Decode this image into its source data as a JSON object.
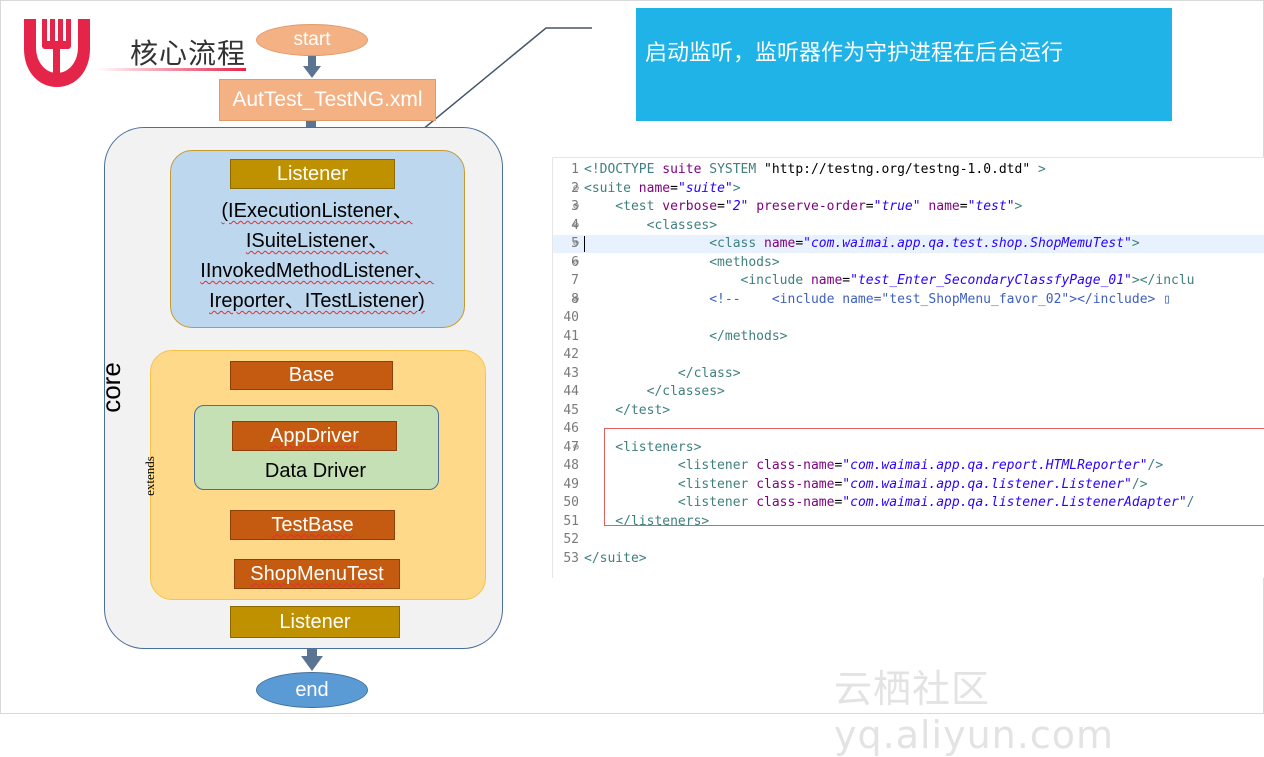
{
  "header": {
    "title": "核心流程"
  },
  "flow": {
    "start": "start",
    "xml": "AutTest_TestNG.xml",
    "core_label": "core",
    "listener_top": "Listener",
    "interfaces": [
      "(IExecutionListener、",
      "ISuiteListener、",
      "IInvokedMethodListener、",
      "Ireporter、ITestListener)"
    ],
    "base": "Base",
    "app_driver": "AppDriver",
    "data_driver": "Data Driver",
    "test_base": "TestBase",
    "shop_menu_test": "ShopMenuTest",
    "listener_bottom": "Listener",
    "extends": "extends",
    "end": "end"
  },
  "callout": {
    "text": "启动监听，监听器作为守护进程在后台运行"
  },
  "colors": {
    "peach": "#f4b183",
    "gold": "#bf9000",
    "orange": "#c55a11",
    "callout_blue": "#1fb3e8",
    "end_blue": "#5b9bd5"
  },
  "code": {
    "lines": [
      {
        "n": "1",
        "fold": "",
        "segs": [
          [
            "tag",
            "<!DOCTYPE "
          ],
          [
            "attr",
            "suite "
          ],
          [
            "tag",
            "SYSTEM "
          ],
          [
            "plain",
            "\"http://testng.org/testng-1.0.dtd\""
          ],
          [
            "tag",
            " >"
          ]
        ]
      },
      {
        "n": "2",
        "fold": "⊖",
        "segs": [
          [
            "tag",
            "<suite "
          ],
          [
            "attr",
            "name"
          ],
          [
            "plain",
            "="
          ],
          [
            "val",
            "\"suite\""
          ],
          [
            "tag",
            ">"
          ]
        ]
      },
      {
        "n": "3",
        "fold": "⊖",
        "segs": [
          [
            "tag",
            "    <test "
          ],
          [
            "attr",
            "verbose"
          ],
          [
            "plain",
            "="
          ],
          [
            "val",
            "\"2\""
          ],
          [
            "plain",
            " "
          ],
          [
            "attr",
            "preserve-order"
          ],
          [
            "plain",
            "="
          ],
          [
            "val",
            "\"true\""
          ],
          [
            "plain",
            " "
          ],
          [
            "attr",
            "name"
          ],
          [
            "plain",
            "="
          ],
          [
            "val",
            "\"test\""
          ],
          [
            "tag",
            ">"
          ]
        ]
      },
      {
        "n": "4",
        "fold": "⊖",
        "segs": [
          [
            "tag",
            "        <classes>"
          ]
        ]
      },
      {
        "n": "5",
        "fold": "⊖",
        "hl": true,
        "segs": [
          [
            "tag",
            "                <class "
          ],
          [
            "attr",
            "name"
          ],
          [
            "plain",
            "="
          ],
          [
            "val",
            "\"com.waimai.app.qa.test.shop.ShopMemuTest\""
          ],
          [
            "tag",
            ">"
          ]
        ]
      },
      {
        "n": "6",
        "fold": "⊖",
        "segs": [
          [
            "tag",
            "                <methods>"
          ]
        ]
      },
      {
        "n": "7",
        "fold": "",
        "segs": [
          [
            "tag",
            "                    <include "
          ],
          [
            "attr",
            "name"
          ],
          [
            "plain",
            "="
          ],
          [
            "val",
            "\"test_Enter_SecondaryClassfyPage_01\""
          ],
          [
            "tag",
            "></inclu"
          ]
        ]
      },
      {
        "n": "8",
        "fold": "⊕",
        "segs": [
          [
            "comment",
            "                <!--    <include name=\"test_ShopMenu_favor_02\"></include> ▯"
          ]
        ]
      },
      {
        "n": "40",
        "fold": "",
        "segs": []
      },
      {
        "n": "41",
        "fold": "",
        "segs": [
          [
            "tag",
            "                </methods>"
          ]
        ]
      },
      {
        "n": "42",
        "fold": "",
        "segs": []
      },
      {
        "n": "43",
        "fold": "",
        "segs": [
          [
            "tag",
            "            </class>"
          ]
        ]
      },
      {
        "n": "44",
        "fold": "",
        "segs": [
          [
            "tag",
            "        </classes>"
          ]
        ]
      },
      {
        "n": "45",
        "fold": "",
        "segs": [
          [
            "tag",
            "    </test>"
          ]
        ]
      },
      {
        "n": "46",
        "fold": "",
        "segs": []
      },
      {
        "n": "47",
        "fold": "⊖",
        "segs": [
          [
            "tag",
            "    <listeners>"
          ]
        ]
      },
      {
        "n": "48",
        "fold": "",
        "segs": [
          [
            "tag",
            "            <listener "
          ],
          [
            "attr",
            "class-name"
          ],
          [
            "plain",
            "="
          ],
          [
            "val",
            "\"com.waimai.app.qa.report.HTMLReporter\""
          ],
          [
            "tag",
            "/>"
          ]
        ]
      },
      {
        "n": "49",
        "fold": "",
        "segs": [
          [
            "tag",
            "            <listener "
          ],
          [
            "attr",
            "class-name"
          ],
          [
            "plain",
            "="
          ],
          [
            "val",
            "\"com.waimai.app.qa.listener.Listener\""
          ],
          [
            "tag",
            "/>"
          ]
        ]
      },
      {
        "n": "50",
        "fold": "",
        "segs": [
          [
            "tag",
            "            <listener "
          ],
          [
            "attr",
            "class-name"
          ],
          [
            "plain",
            "="
          ],
          [
            "val",
            "\"com.waimai.app.qa.listener.ListenerAdapter\""
          ],
          [
            "tag",
            "/"
          ]
        ]
      },
      {
        "n": "51",
        "fold": "",
        "segs": [
          [
            "tag",
            "    </listeners>"
          ]
        ]
      },
      {
        "n": "52",
        "fold": "",
        "segs": []
      },
      {
        "n": "53",
        "fold": "",
        "segs": [
          [
            "tag",
            "</suite>"
          ]
        ]
      }
    ]
  },
  "watermark": "云栖社区 yq.aliyun.com"
}
